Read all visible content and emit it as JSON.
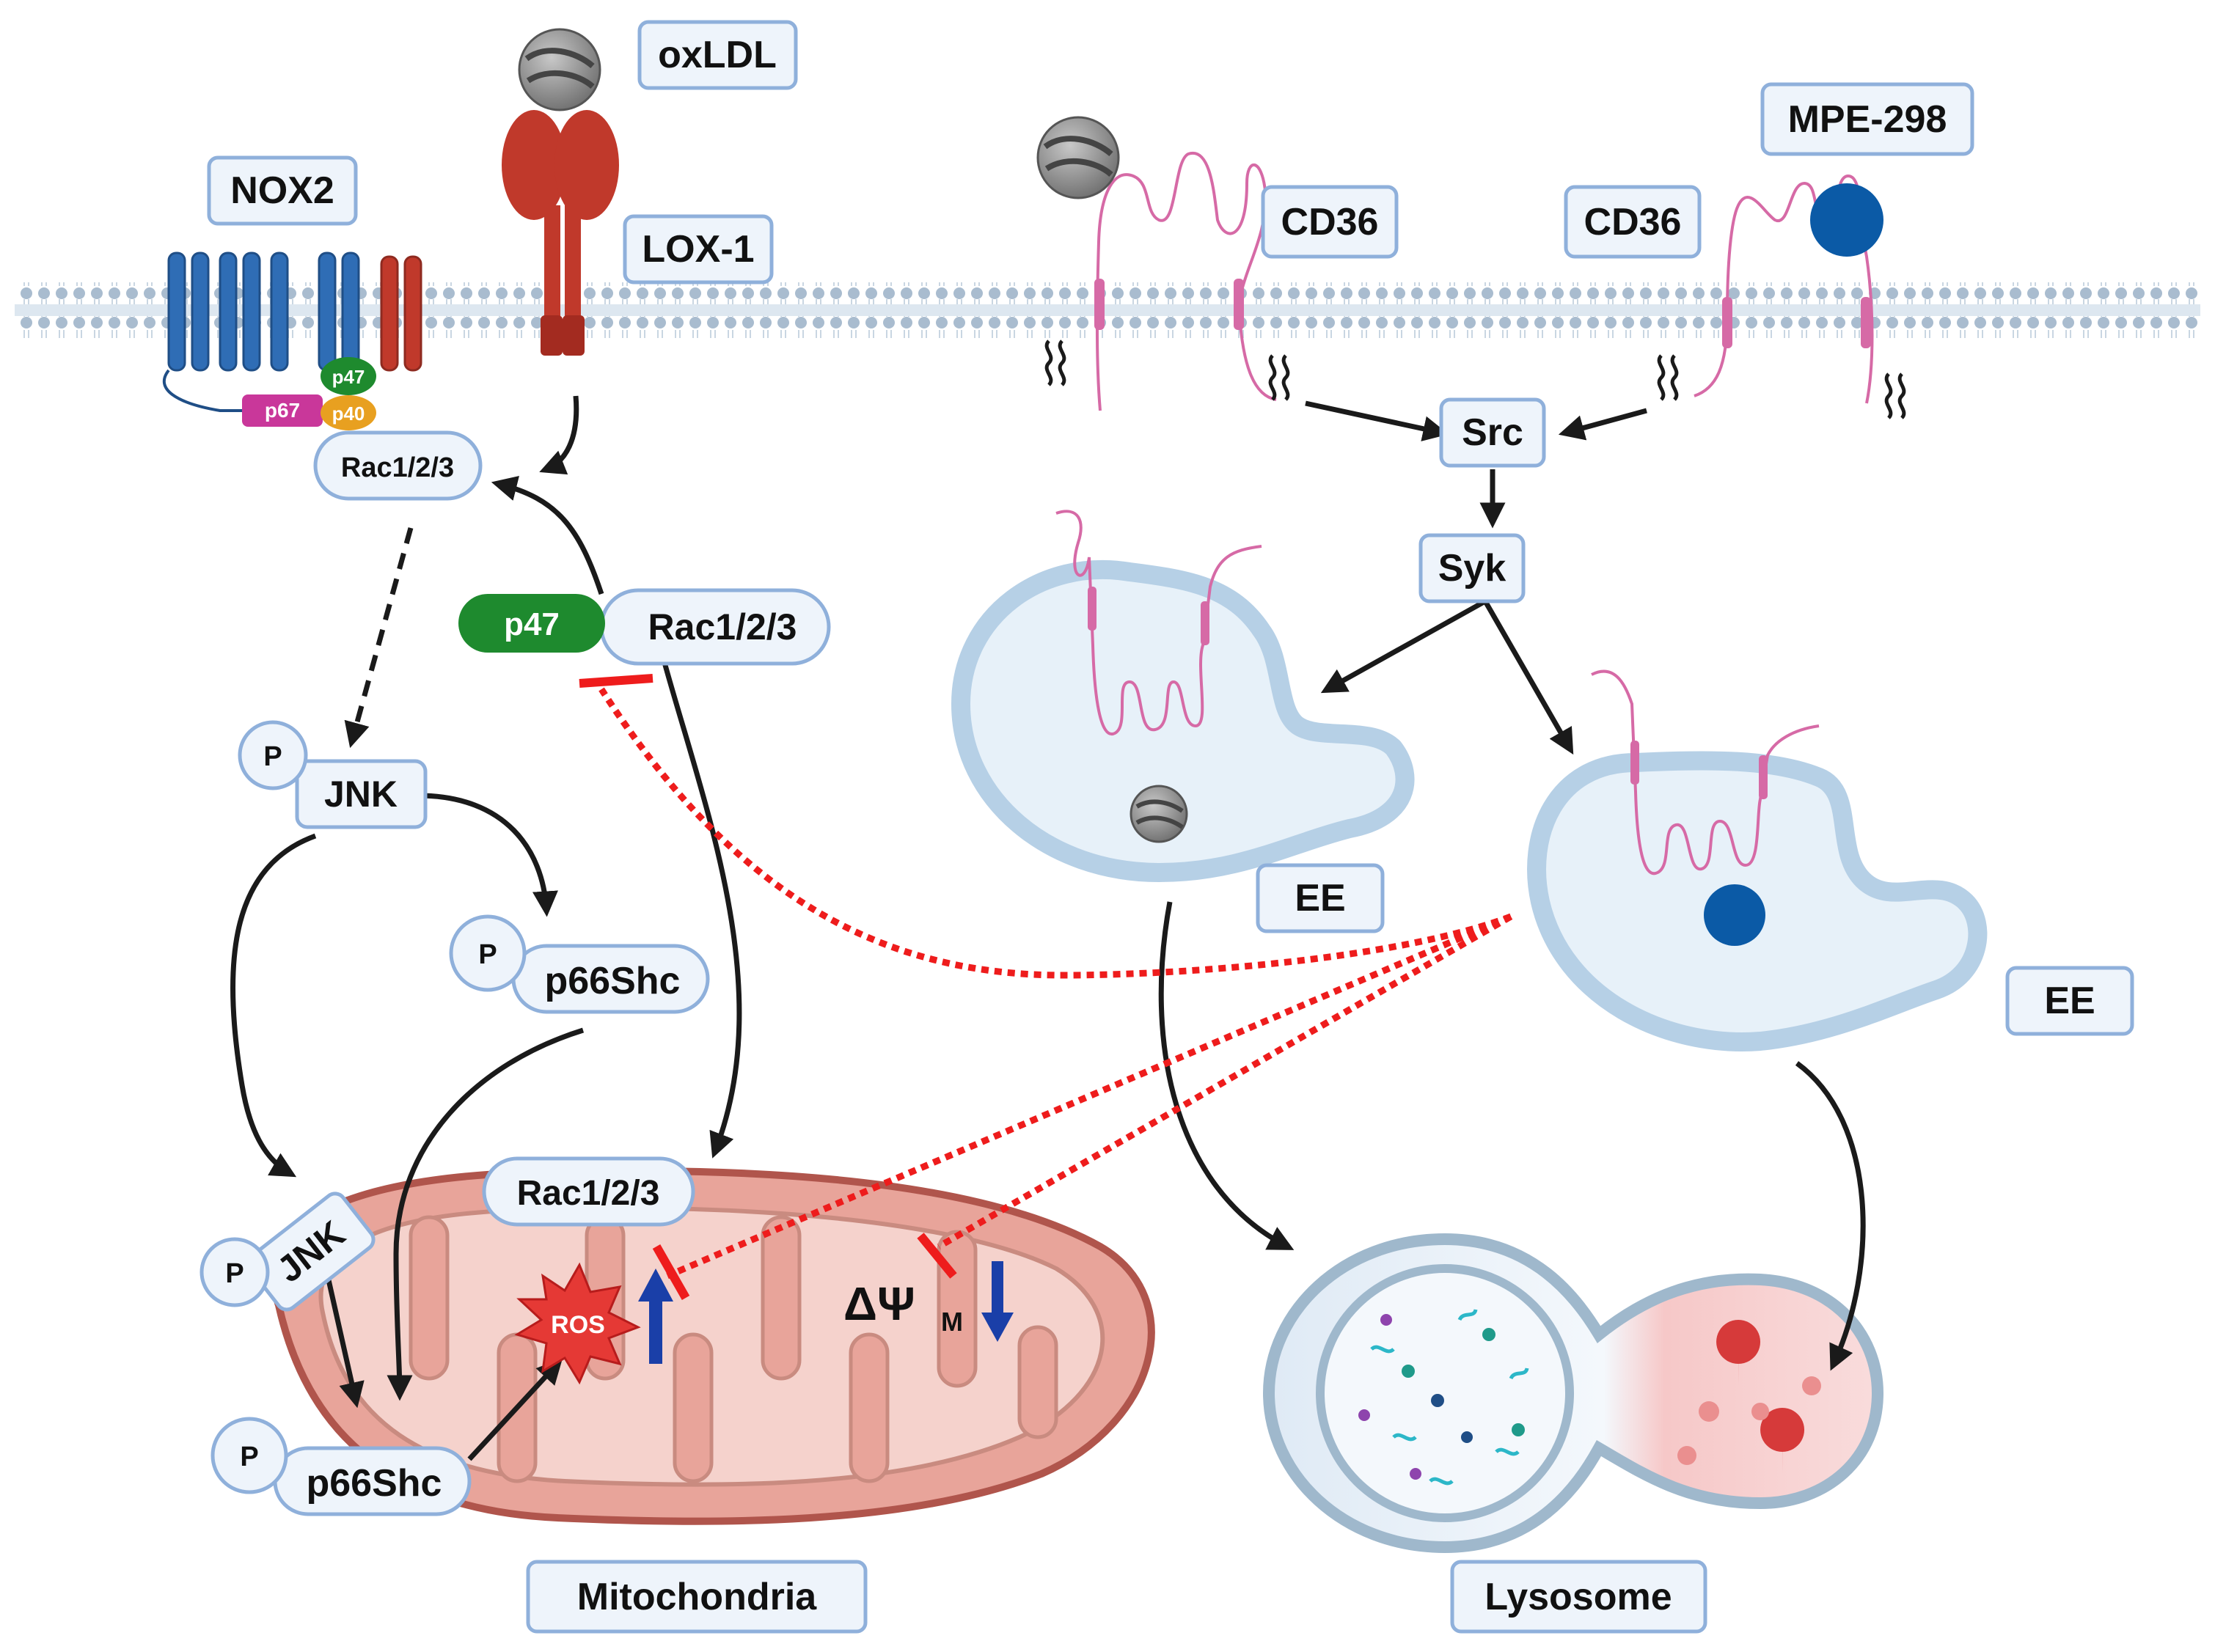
{
  "labels": {
    "oxldl": "oxLDL",
    "lox1": "LOX-1",
    "nox2": "NOX2",
    "cd36_left": "CD36",
    "cd36_right": "CD36",
    "mpe298": "MPE-298",
    "src": "Src",
    "syk": "Syk",
    "ee_left": "EE",
    "ee_right": "EE",
    "rac_membrane": "Rac1/2/3",
    "rac_cytosol": "Rac1/2/3",
    "rac_mito": "Rac1/2/3",
    "p47_cytosol": "p47",
    "p47_small": "p47",
    "p67_small": "p67",
    "p40_small": "p40",
    "jnk_top": "JNK",
    "jnk_bottom": "JNK",
    "p66_top": "p66Shc",
    "p66_bottom": "p66Shc",
    "phospho": "P",
    "ros": "ROS",
    "delta_psi": "ΔΨ",
    "delta_psi_sub": "M",
    "mitochondria": "Mitochondria",
    "lysosome": "Lysosome"
  },
  "colors": {
    "box_stroke": "#8fb0db",
    "box_fill": "#eef4fb",
    "nox2_blue": "#2f6db5",
    "lox1_red": "#c0392b",
    "cd36_pink": "#d66aa6",
    "inhibit_red": "#ee1c1c",
    "mito_fill": "#e8a49a",
    "mito_stroke": "#b0554c",
    "p47_green": "#1e8a2e",
    "p67_magenta": "#c9379a",
    "p40_orange": "#e8a020",
    "mpe_blue": "#0b5aa6",
    "up_arrow_blue": "#1a3fa8"
  }
}
